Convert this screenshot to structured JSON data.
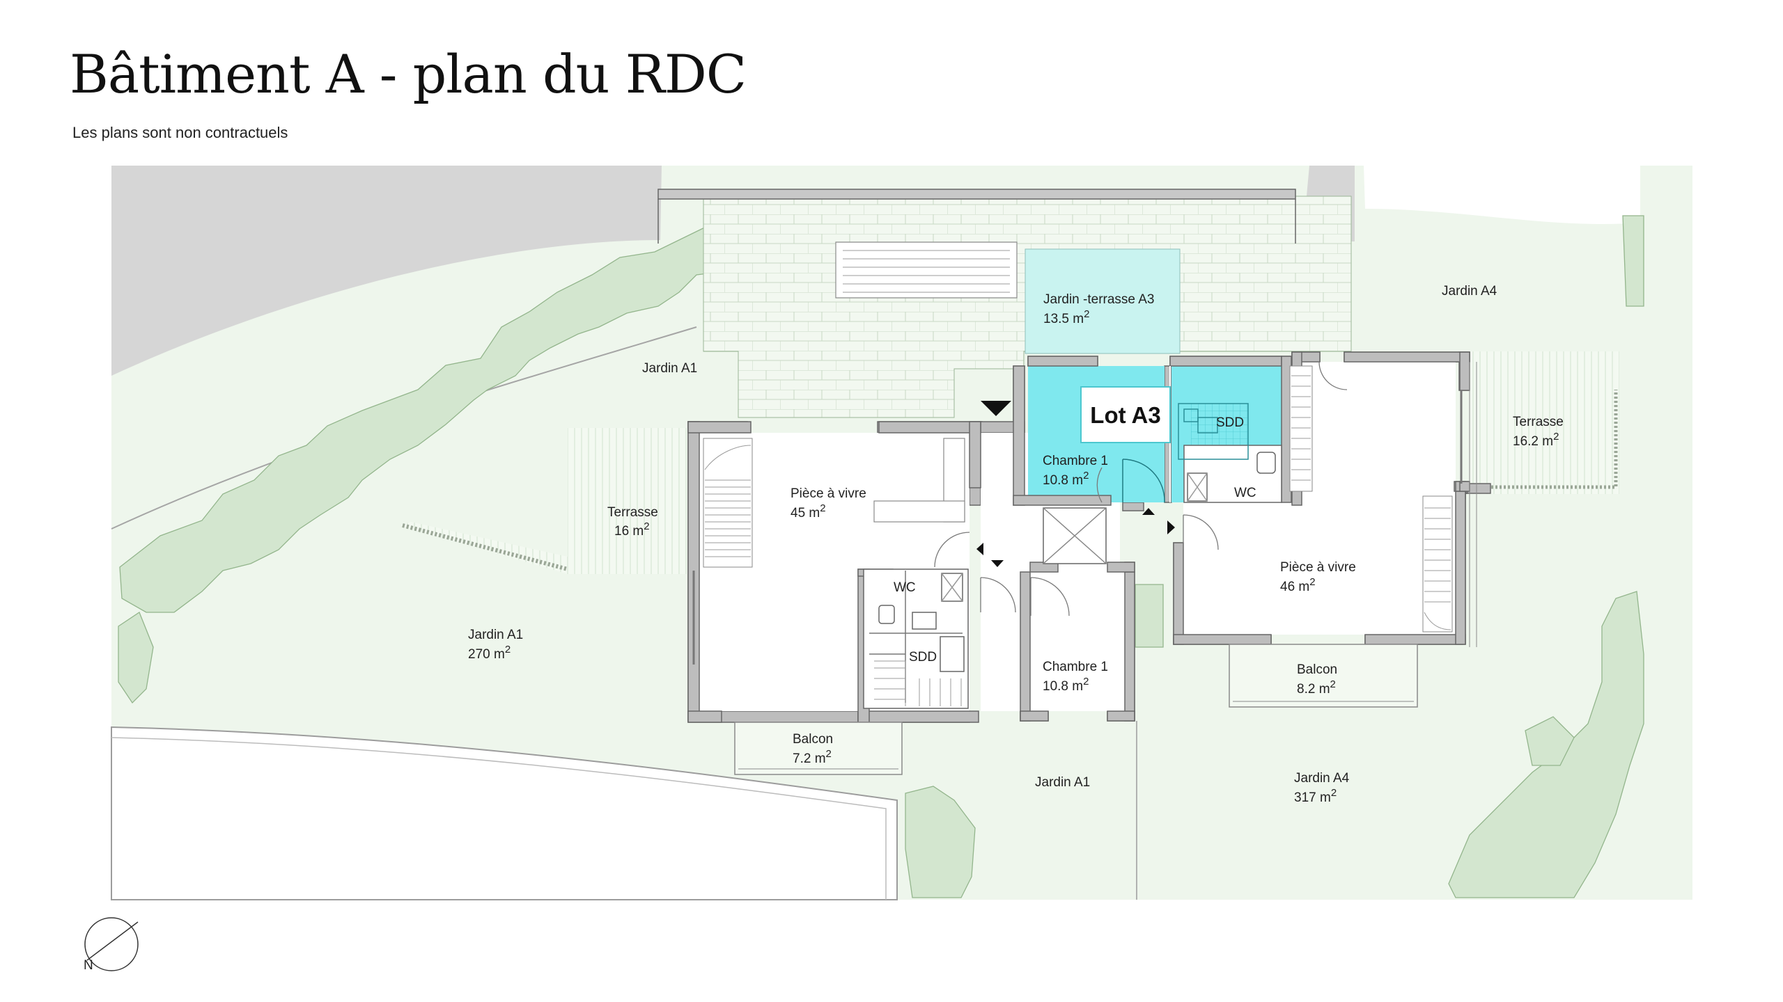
{
  "header": {
    "title": "Bâtiment A - plan du RDC",
    "subtitle": "Les plans sont non contractuels"
  },
  "lot": {
    "label": "Lot A3"
  },
  "gardens": {
    "a1_top": "Jardin A1",
    "a1_left_name": "Jardin A1",
    "a1_left_area": "270 m",
    "a1_bottom": "Jardin A1",
    "a3_name": "Jardin -terrasse A3",
    "a3_area": "13.5 m",
    "a4_top": "Jardin A4",
    "a4_bottom_name": "Jardin A4",
    "a4_bottom_area": "317 m"
  },
  "rooms": {
    "terrasse_left_name": "Terrasse",
    "terrasse_left_area": "16 m",
    "piece_left_name": "Pièce à vivre",
    "piece_left_area": "45 m",
    "wc_left": "WC",
    "sdd_left": "SDD",
    "balcon_left_name": "Balcon",
    "balcon_left_area": "7.2 m",
    "chambre_a3_name": "Chambre 1",
    "chambre_a3_area": "10.8 m",
    "sdd_a3": "SDD",
    "wc_right": "WC",
    "chambre_mid_name": "Chambre 1",
    "chambre_mid_area": "10.8 m",
    "piece_right_name": "Pièce à vivre",
    "piece_right_area": "46 m",
    "balcon_right_name": "Balcon",
    "balcon_right_area": "8.2 m",
    "terrasse_right_name": "Terrasse",
    "terrasse_right_area": "16.2 m",
    "unit_exponent": "2"
  },
  "compass": {
    "label": "N"
  },
  "colors": {
    "garden": "#eef6ec",
    "vegetation": "#d3e6cf",
    "road": "#d6d6d6",
    "highlight": "#7fe8ee",
    "highlight_light": "#c9f3f0",
    "wall": "#bdbdbd"
  }
}
